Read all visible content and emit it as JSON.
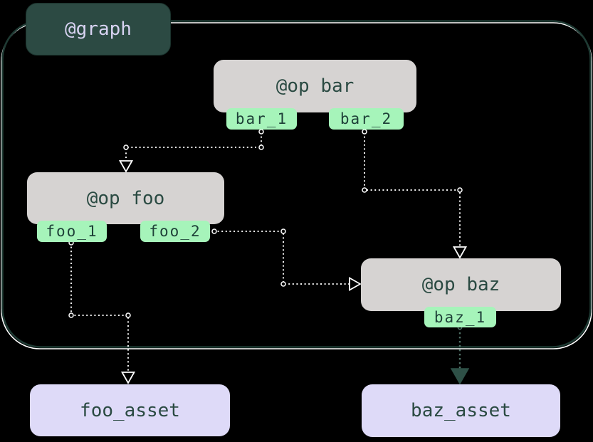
{
  "graph": {
    "label": "@graph"
  },
  "ops": [
    {
      "id": "bar",
      "label": "@op bar",
      "outputs": [
        "bar_1",
        "bar_2"
      ]
    },
    {
      "id": "foo",
      "label": "@op foo",
      "outputs": [
        "foo_1",
        "foo_2"
      ]
    },
    {
      "id": "baz",
      "label": "@op baz",
      "outputs": [
        "baz_1"
      ]
    }
  ],
  "assets": [
    {
      "label": "foo_asset"
    },
    {
      "label": "baz_asset"
    }
  ],
  "edges": [
    {
      "from": "bar.bar_1",
      "to": "foo"
    },
    {
      "from": "bar.bar_2",
      "to": "baz"
    },
    {
      "from": "foo.foo_2",
      "to": "baz"
    },
    {
      "from": "foo.foo_1",
      "to": "foo_asset"
    },
    {
      "from": "baz.baz_1",
      "to": "baz_asset"
    }
  ],
  "colors": {
    "background": "#000000",
    "graph_box": "#2c4a43",
    "graph_label_text": "#d8d3f2",
    "graph_border": "#1e3a33",
    "graph_border_highlight": "#ffffff",
    "op_box": "#d6d3d2",
    "op_text": "#2a4a42",
    "output_tag": "#a6f4ba",
    "output_tag_text": "#1e4038",
    "asset_box": "#dedaf8",
    "edge_light": "#f2f2f2",
    "edge_dark": "#4f6f66",
    "arrow_dark_fill": "#2e5047"
  }
}
